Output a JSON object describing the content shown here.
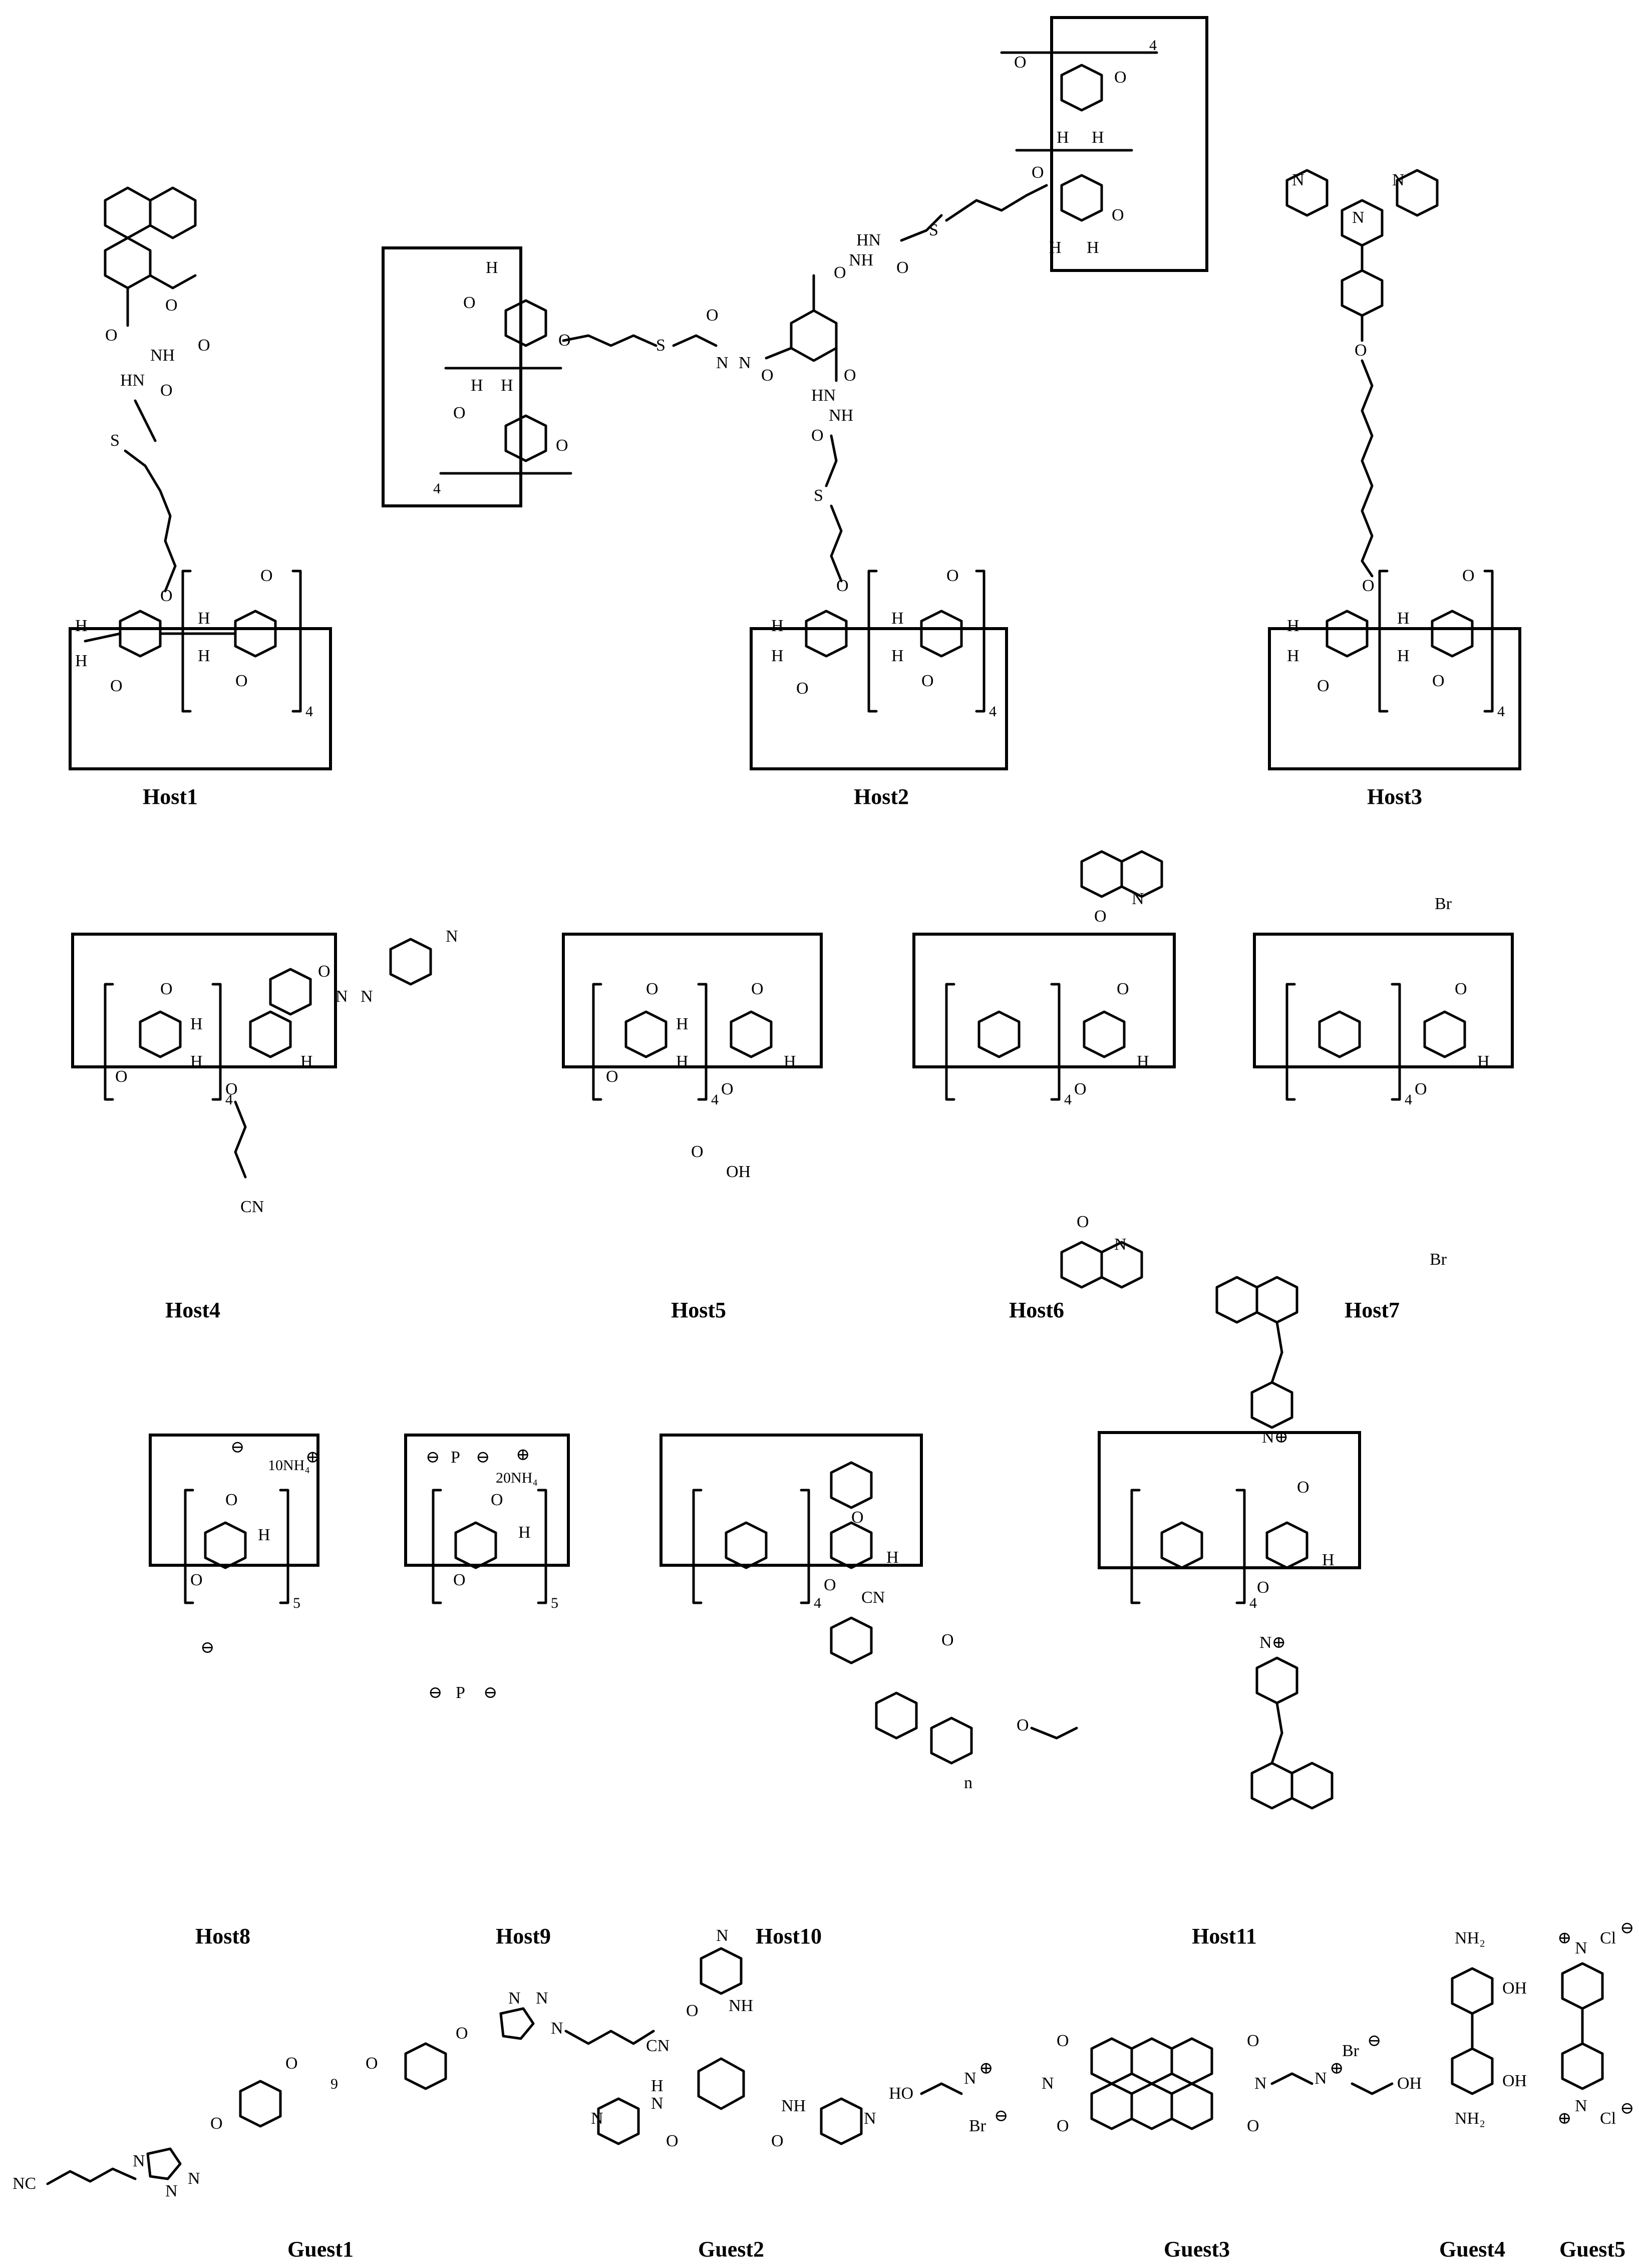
{
  "hosts": [
    {
      "id": "host1",
      "label": "Host1",
      "repeat": "4"
    },
    {
      "id": "host2",
      "label": "Host2",
      "repeat": "4"
    },
    {
      "id": "host3",
      "label": "Host3",
      "repeat": "4"
    },
    {
      "id": "host4",
      "label": "Host4",
      "repeat": "4"
    },
    {
      "id": "host5",
      "label": "Host5",
      "repeat": "4"
    },
    {
      "id": "host6",
      "label": "Host6",
      "repeat": "4"
    },
    {
      "id": "host7",
      "label": "Host7",
      "repeat": "4"
    },
    {
      "id": "host8",
      "label": "Host8",
      "repeat": "5"
    },
    {
      "id": "host9",
      "label": "Host9",
      "repeat": "5"
    },
    {
      "id": "host10",
      "label": "Host10",
      "repeat": "4"
    },
    {
      "id": "host11",
      "label": "Host11",
      "repeat": "4"
    }
  ],
  "guests": [
    {
      "id": "guest1",
      "label": "Guest1"
    },
    {
      "id": "guest2",
      "label": "Guest2"
    },
    {
      "id": "guest3",
      "label": "Guest3"
    },
    {
      "id": "guest4",
      "label": "Guest4"
    },
    {
      "id": "guest5",
      "label": "Guest5"
    }
  ],
  "atoms": {
    "O": "O",
    "S": "S",
    "N": "N",
    "H": "H",
    "CN": "CN",
    "NC": "NC",
    "NH": "NH",
    "HN": "HN",
    "OH": "OH",
    "HO": "HO",
    "Br": "Br",
    "Cl": "Cl",
    "NH2": "NH₂",
    "N_plus": "N⊕",
    "plus": "⊕",
    "minus": "⊖",
    "P": "P",
    "n": "n",
    "nine": "9"
  },
  "counterions": {
    "host8": "10NH₄",
    "host9": "20NH₄"
  }
}
